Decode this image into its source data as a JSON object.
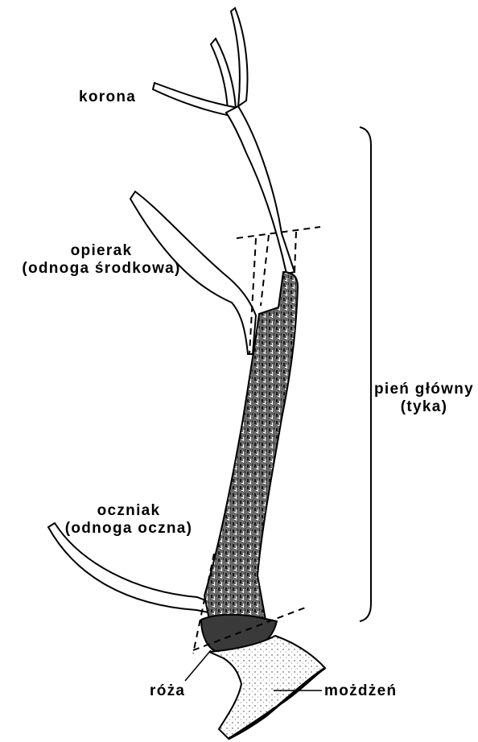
{
  "labels": {
    "crown": "korona",
    "bez_tine_line1": "opierak",
    "bez_tine_line2": "(odnoga środkowa)",
    "brow_tine_line1": "oczniak",
    "brow_tine_line2": "(odnoga oczna)",
    "main_beam_line1": "pień główny",
    "main_beam_line2": "(tyka)",
    "burr": "róża",
    "pedicle": "możdżeń"
  },
  "colors": {
    "ink": "#000000",
    "paper": "#ffffff"
  }
}
